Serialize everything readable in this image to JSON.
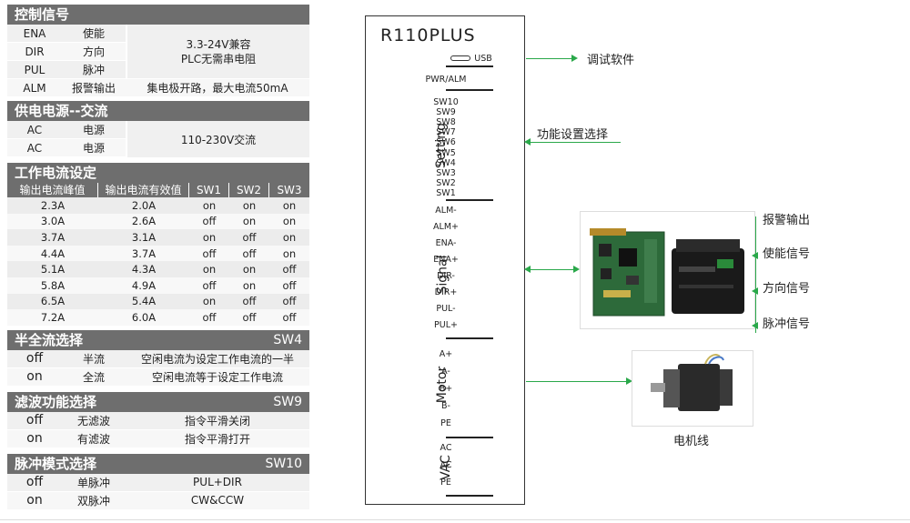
{
  "control": {
    "title": "控制信号",
    "rows": [
      {
        "code": "ENA",
        "name": "使能"
      },
      {
        "code": "DIR",
        "name": "方向"
      },
      {
        "code": "PUL",
        "name": "脉冲"
      }
    ],
    "merged_line1": "3.3-24V兼容",
    "merged_line2": "PLC无需串电阻",
    "alm": {
      "code": "ALM",
      "name": "报警输出",
      "desc": "集电极开路，最大电流50mA"
    }
  },
  "power": {
    "title": "供电电源--交流",
    "rows": [
      {
        "code": "AC",
        "name": "电源"
      },
      {
        "code": "AC",
        "name": "电源"
      }
    ],
    "desc": "110-230V交流"
  },
  "current": {
    "title": "工作电流设定",
    "headers": [
      "输出电流峰值",
      "输出电流有效值",
      "SW1",
      "SW2",
      "SW3"
    ],
    "rows": [
      [
        "2.3A",
        "2.0A",
        "on",
        "on",
        "on"
      ],
      [
        "3.0A",
        "2.6A",
        "off",
        "on",
        "on"
      ],
      [
        "3.7A",
        "3.1A",
        "on",
        "off",
        "on"
      ],
      [
        "4.4A",
        "3.7A",
        "off",
        "off",
        "on"
      ],
      [
        "5.1A",
        "4.3A",
        "on",
        "on",
        "off"
      ],
      [
        "5.8A",
        "4.9A",
        "off",
        "on",
        "off"
      ],
      [
        "6.5A",
        "5.4A",
        "on",
        "off",
        "off"
      ],
      [
        "7.2A",
        "6.0A",
        "off",
        "off",
        "off"
      ]
    ]
  },
  "half": {
    "title": "半全流选择",
    "tag": "SW4",
    "rows": [
      {
        "state": "off",
        "name": "半流",
        "desc": "空闲电流为设定工作电流的一半"
      },
      {
        "state": "on",
        "name": "全流",
        "desc": "空闲电流等于设定工作电流"
      }
    ]
  },
  "filter": {
    "title": "滤波功能选择",
    "tag": "SW9",
    "rows": [
      {
        "state": "off",
        "name": "无滤波",
        "desc": "指令平滑关闭"
      },
      {
        "state": "on",
        "name": "有滤波",
        "desc": "指令平滑打开"
      }
    ]
  },
  "pulse": {
    "title": "脉冲模式选择",
    "tag": "SW10",
    "rows": [
      {
        "state": "off",
        "name": "单脉冲",
        "desc": "PUL+DIR"
      },
      {
        "state": "on",
        "name": "双脉冲",
        "desc": "CW&CCW"
      }
    ]
  },
  "driver": {
    "model": "R110PLUS",
    "usb": "USB",
    "pwr": "PWR/ALM",
    "setting_label": "Setting",
    "switches": [
      "SW10",
      "SW9",
      "SW8",
      "SW7",
      "SW6",
      "SW5",
      "SW4",
      "SW3",
      "SW2",
      "SW1"
    ],
    "signal_label": "Signal",
    "signal_pins": [
      "ALM-",
      "ALM+",
      "ENA-",
      "ENA+",
      "DIR-",
      "DIR+",
      "PUL-",
      "PUL+"
    ],
    "motor_label": "Motor",
    "motor_pins": [
      "A+",
      "A-",
      "B+",
      "B-",
      "PE"
    ],
    "vac_label": "VAC",
    "vac_pins": [
      "AC",
      "AC",
      "PE"
    ]
  },
  "callouts": {
    "software": "调试软件",
    "setting": "功能设置选择",
    "alarm_out": "报警输出",
    "enable": "使能信号",
    "direction": "方向信号",
    "pulse": "脉冲信号",
    "motor_line": "电机线"
  },
  "colors": {
    "accent": "#2aa84a",
    "header": "#6e6e6e"
  }
}
